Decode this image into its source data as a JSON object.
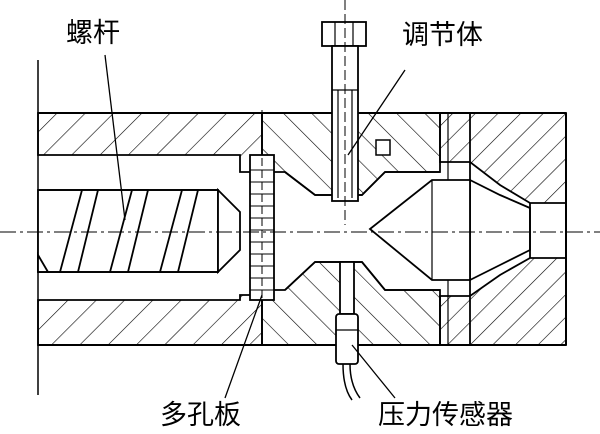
{
  "labels": {
    "screw": "螺杆",
    "regulator": "调节体",
    "breaker_plate": "多孔板",
    "pressure_sensor": "压力传感器"
  },
  "colors": {
    "line": "#000000",
    "background": "#ffffff"
  }
}
